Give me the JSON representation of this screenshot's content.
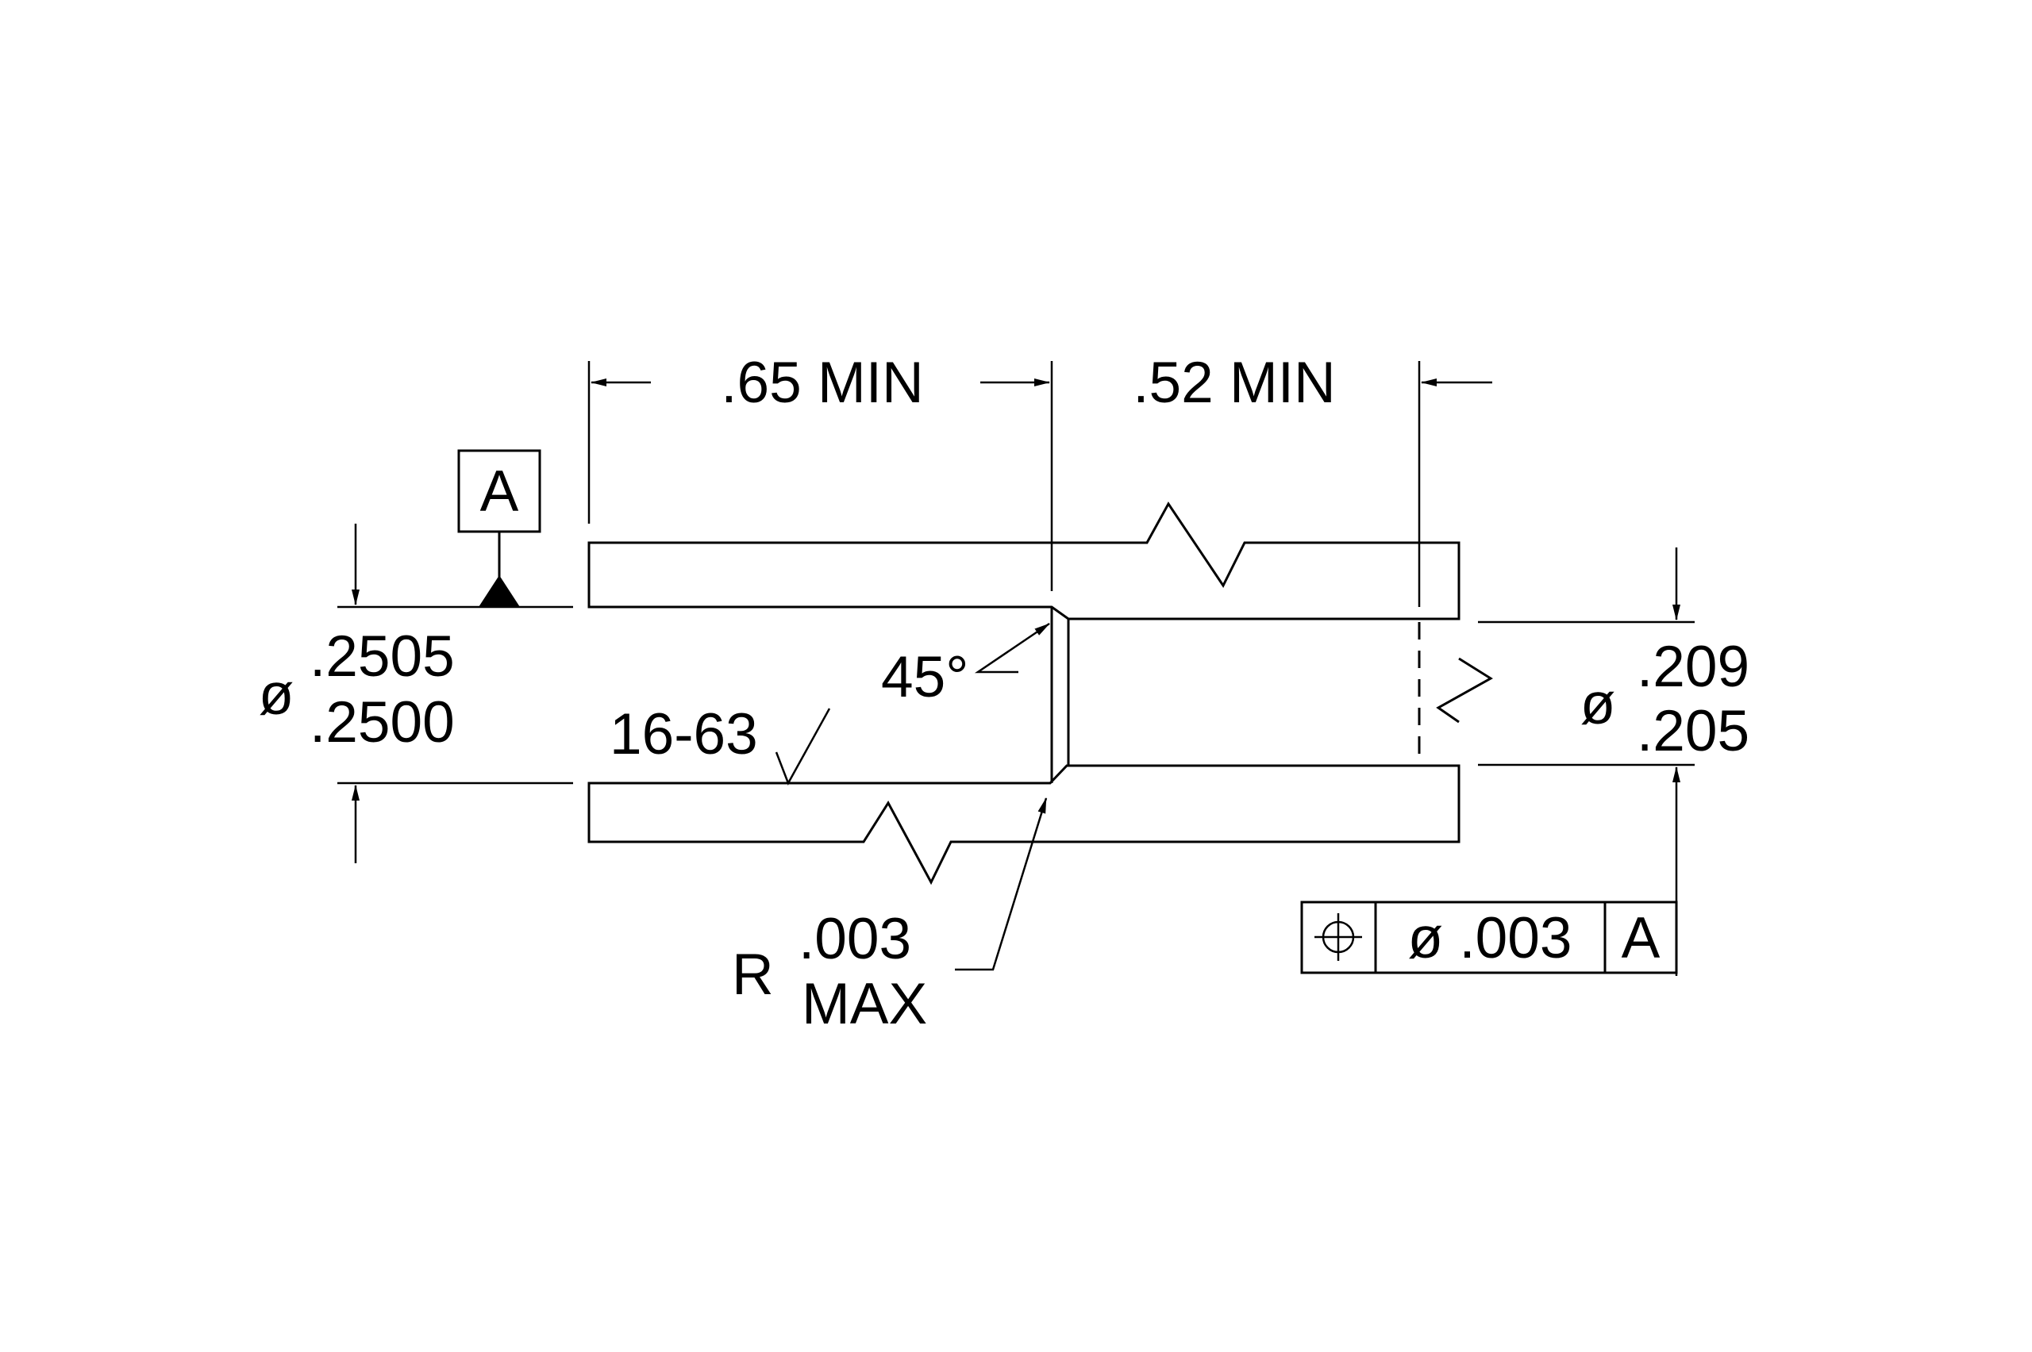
{
  "colors": {
    "section_fill": "#b7babc",
    "line": "#000000",
    "background": "#ffffff"
  },
  "dimensions": {
    "top_left": ".65  MIN",
    "top_right": ".52  MIN",
    "left_diameter_symbol": "ø",
    "left_upper": ".2505",
    "left_lower": ".2500",
    "right_diameter_symbol": "ø",
    "right_upper": ".209",
    "right_lower": ".205",
    "chamfer_angle": "45°",
    "surface_finish": "16-63",
    "radius_prefix": "R",
    "radius_value": ".003",
    "radius_suffix": "MAX"
  },
  "datum": {
    "letter": "A"
  },
  "feature_control_frame": {
    "symbol": "position-icon",
    "tolerance": "ø .003",
    "datum": "A"
  }
}
